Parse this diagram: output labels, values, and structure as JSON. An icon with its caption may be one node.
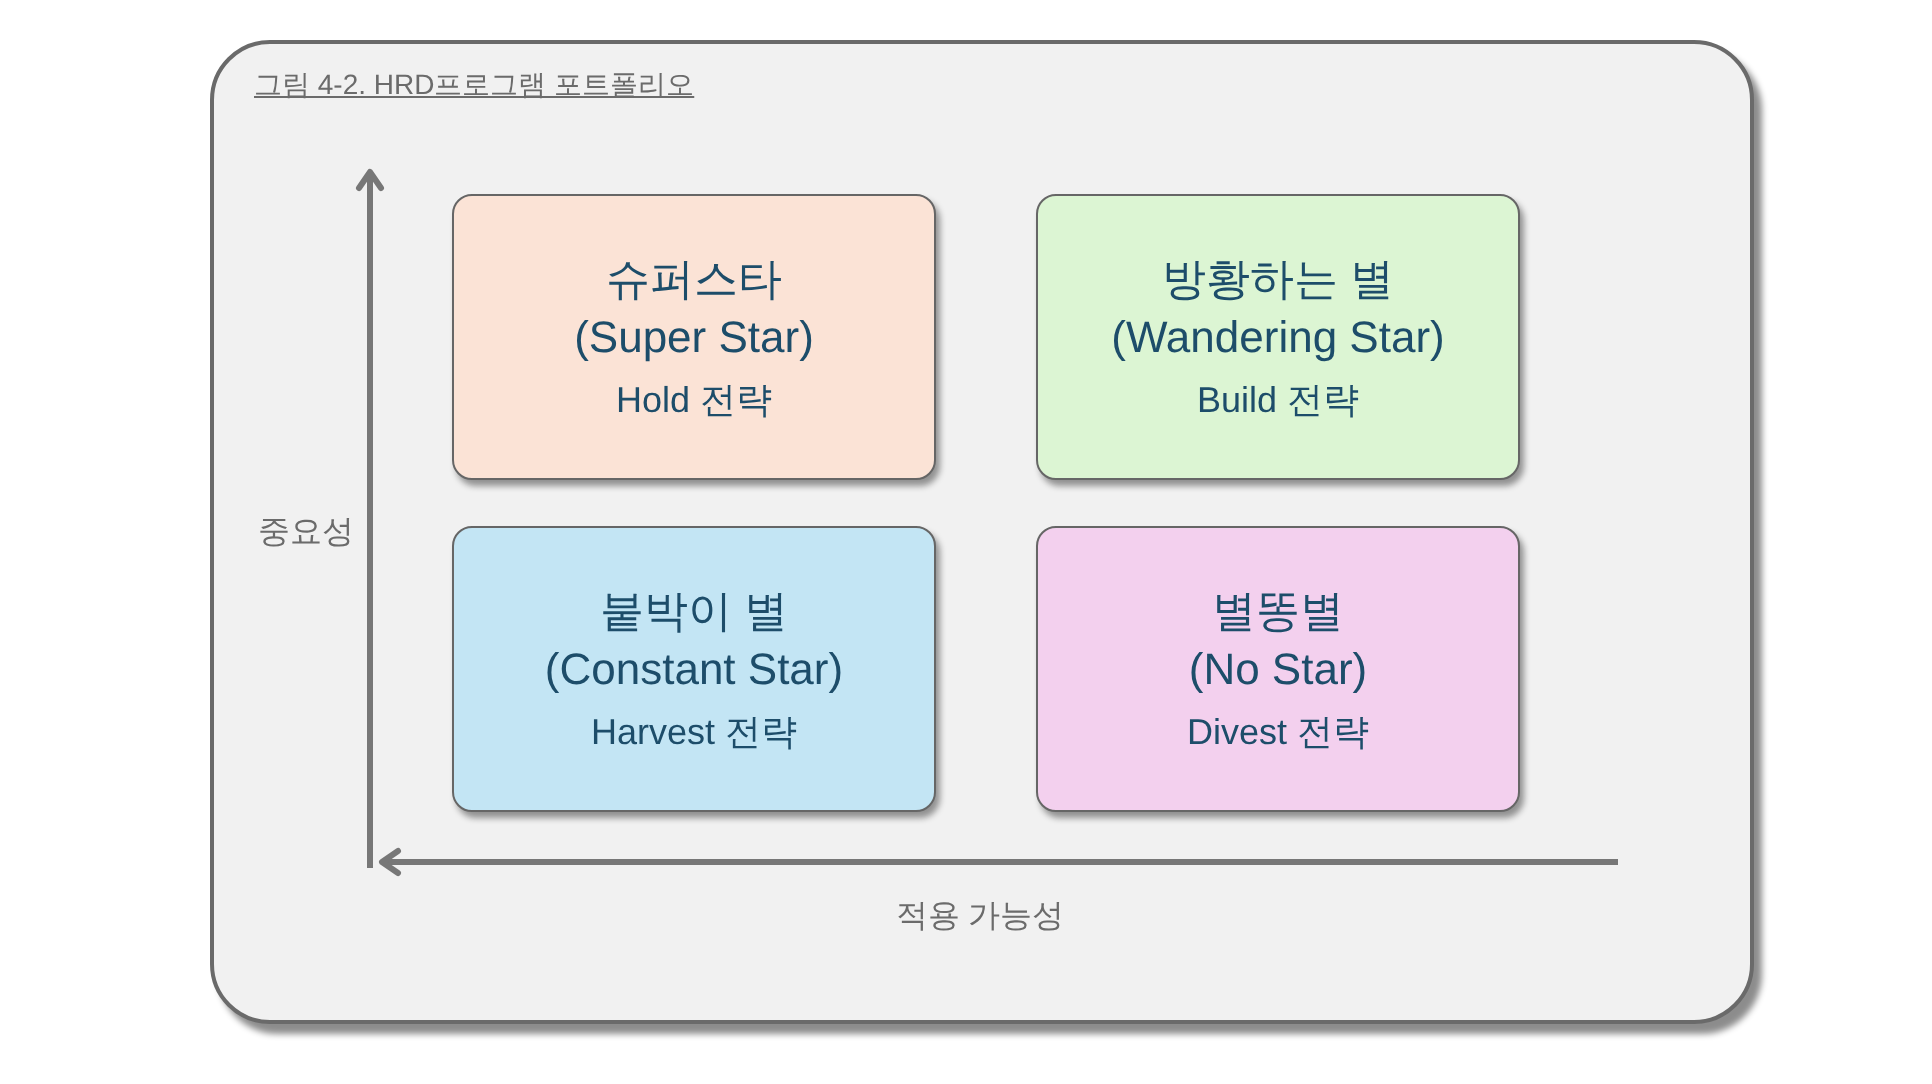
{
  "diagram": {
    "title": "그림 4-2. HRD프로그램 포트폴리오",
    "nodes": [
      {
        "text": [
          "슈퍼스타 (Super Star)",
          "Hold 전략"
        ]
      },
      {
        "text": [
          "방황하는 별 (Wandering Star)",
          "Build 전략"
        ]
      },
      {
        "text": [
          "붙박이 별 (Constant Star)",
          "Harvest 전략"
        ]
      },
      {
        "text": [
          "별똥별 (No Star)",
          "Divest 전략"
        ]
      }
    ],
    "labels": [
      "중요성",
      "적용 가능성"
    ]
  }
}
